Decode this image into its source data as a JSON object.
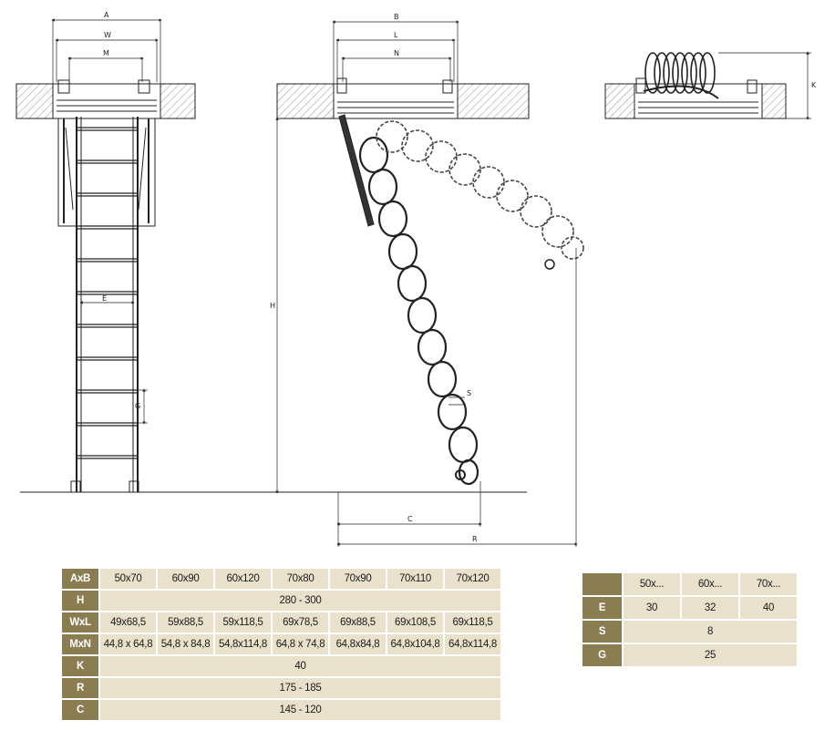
{
  "dimension_labels": {
    "front": [
      "A",
      "W",
      "M",
      "E",
      "G"
    ],
    "side": [
      "B",
      "L",
      "N",
      "H",
      "S",
      "C",
      "R"
    ],
    "folded": [
      "K"
    ]
  },
  "main_table": {
    "header": [
      "AxB",
      "50x70",
      "60x90",
      "60x120",
      "70x80",
      "70x90",
      "70x110",
      "70x120"
    ],
    "rows": [
      {
        "label": "H",
        "span": "280 - 300"
      },
      {
        "label": "WxL",
        "values": [
          "49x68,5",
          "59x88,5",
          "59x118,5",
          "69x78,5",
          "69x88,5",
          "69x108,5",
          "69x118,5"
        ]
      },
      {
        "label": "MxN",
        "values": [
          "44,8 x 64,8",
          "54,8 x 84,8",
          "54,8x114,8",
          "64,8 x 74,8",
          "64,8x84,8",
          "64,8x104,8",
          "64,8x114,8"
        ]
      },
      {
        "label": "K",
        "span": "40"
      },
      {
        "label": "R",
        "span": "175 - 185"
      },
      {
        "label": "C",
        "span": "145 - 120"
      }
    ]
  },
  "side_table": {
    "header": [
      "",
      "50x...",
      "60x...",
      "70x..."
    ],
    "rows": [
      {
        "label": "E",
        "values": [
          "30",
          "32",
          "40"
        ]
      },
      {
        "label": "S",
        "span": "8"
      },
      {
        "label": "G",
        "span": "25"
      }
    ]
  },
  "colors": {
    "header_bg": "#8b7d52",
    "cell_bg": "#e9e1cb",
    "line": "#222222"
  }
}
